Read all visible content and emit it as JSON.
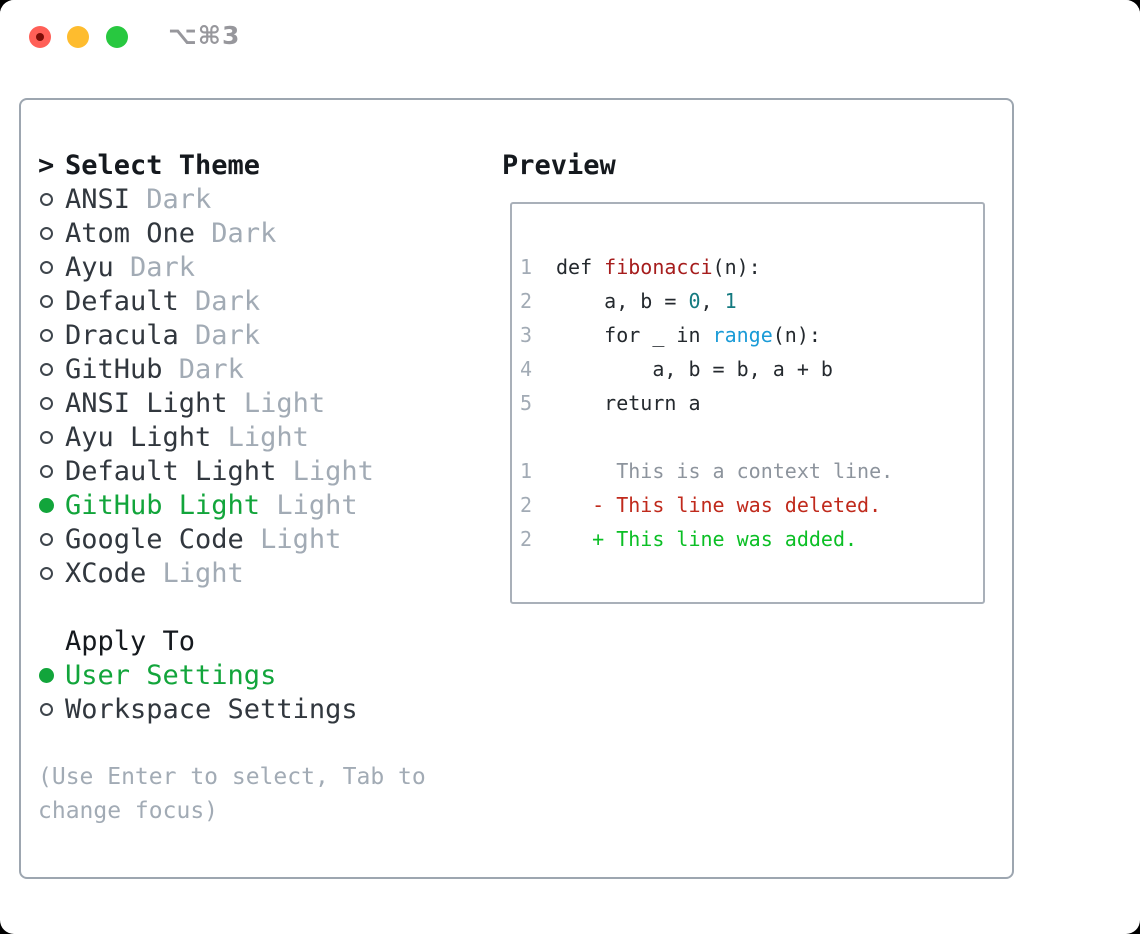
{
  "colors": {
    "header": "#15191e",
    "text": "#31373e",
    "muted": "#a2abb5",
    "green": "#12a53b",
    "traffic_red": "#ff5f57",
    "traffic_red_dot": "#7c0e08",
    "traffic_yellow": "#febc2e",
    "traffic_green": "#28c840",
    "panel_border": "#9da6b0",
    "preview_border": "#a9b0b9",
    "code_text": "#24292e",
    "code_func": "#a61d1d",
    "code_number": "#147a80",
    "code_builtin": "#1a9bd7",
    "diff_context": "#8d949d",
    "diff_deleted": "#c02a1c",
    "diff_added": "#0bbf25"
  },
  "titlebar": {
    "shortcut": "⌥⌘3",
    "traffic_lights": [
      "close",
      "minimize",
      "zoom"
    ]
  },
  "theme_panel": {
    "header_cursor": ">",
    "header_label": "Select Theme",
    "themes": [
      {
        "name": "ANSI",
        "variant": "Dark",
        "selected": false
      },
      {
        "name": "Atom One",
        "variant": "Dark",
        "selected": false
      },
      {
        "name": "Ayu",
        "variant": "Dark",
        "selected": false
      },
      {
        "name": "Default",
        "variant": "Dark",
        "selected": false
      },
      {
        "name": "Dracula",
        "variant": "Dark",
        "selected": false
      },
      {
        "name": "GitHub",
        "variant": "Dark",
        "selected": false
      },
      {
        "name": "ANSI Light",
        "variant": "Light",
        "selected": false
      },
      {
        "name": "Ayu Light",
        "variant": "Light",
        "selected": false
      },
      {
        "name": "Default Light",
        "variant": "Light",
        "selected": false
      },
      {
        "name": "GitHub Light",
        "variant": "Light",
        "selected": true
      },
      {
        "name": "Google Code",
        "variant": "Light",
        "selected": false
      },
      {
        "name": "XCode",
        "variant": "Light",
        "selected": false
      }
    ],
    "apply_to": {
      "label": "Apply To",
      "options": [
        {
          "name": "User Settings",
          "selected": true
        },
        {
          "name": "Workspace Settings",
          "selected": false
        }
      ]
    },
    "hint": "(Use Enter to select, Tab to change focus)"
  },
  "preview": {
    "label": "Preview",
    "code_lines": [
      {
        "num": "1",
        "segments": [
          {
            "t": "def ",
            "c": "plain"
          },
          {
            "t": "fibonacci",
            "c": "func"
          },
          {
            "t": "(n):",
            "c": "plain"
          }
        ]
      },
      {
        "num": "2",
        "segments": [
          {
            "t": "    a, b = ",
            "c": "plain"
          },
          {
            "t": "0",
            "c": "num"
          },
          {
            "t": ", ",
            "c": "plain"
          },
          {
            "t": "1",
            "c": "num"
          }
        ]
      },
      {
        "num": "3",
        "segments": [
          {
            "t": "    for _ in ",
            "c": "plain"
          },
          {
            "t": "range",
            "c": "builtin"
          },
          {
            "t": "(n):",
            "c": "plain"
          }
        ]
      },
      {
        "num": "4",
        "segments": [
          {
            "t": "        a, b = b, a + b",
            "c": "plain"
          }
        ]
      },
      {
        "num": "5",
        "segments": [
          {
            "t": "    return a",
            "c": "plain"
          }
        ]
      }
    ],
    "diff_lines": [
      {
        "num": "1",
        "kind": "context",
        "text": "     This is a context line."
      },
      {
        "num": "2",
        "kind": "deleted",
        "text": "   - This line was deleted."
      },
      {
        "num": "2",
        "kind": "added",
        "text": "   + This line was added."
      }
    ]
  }
}
